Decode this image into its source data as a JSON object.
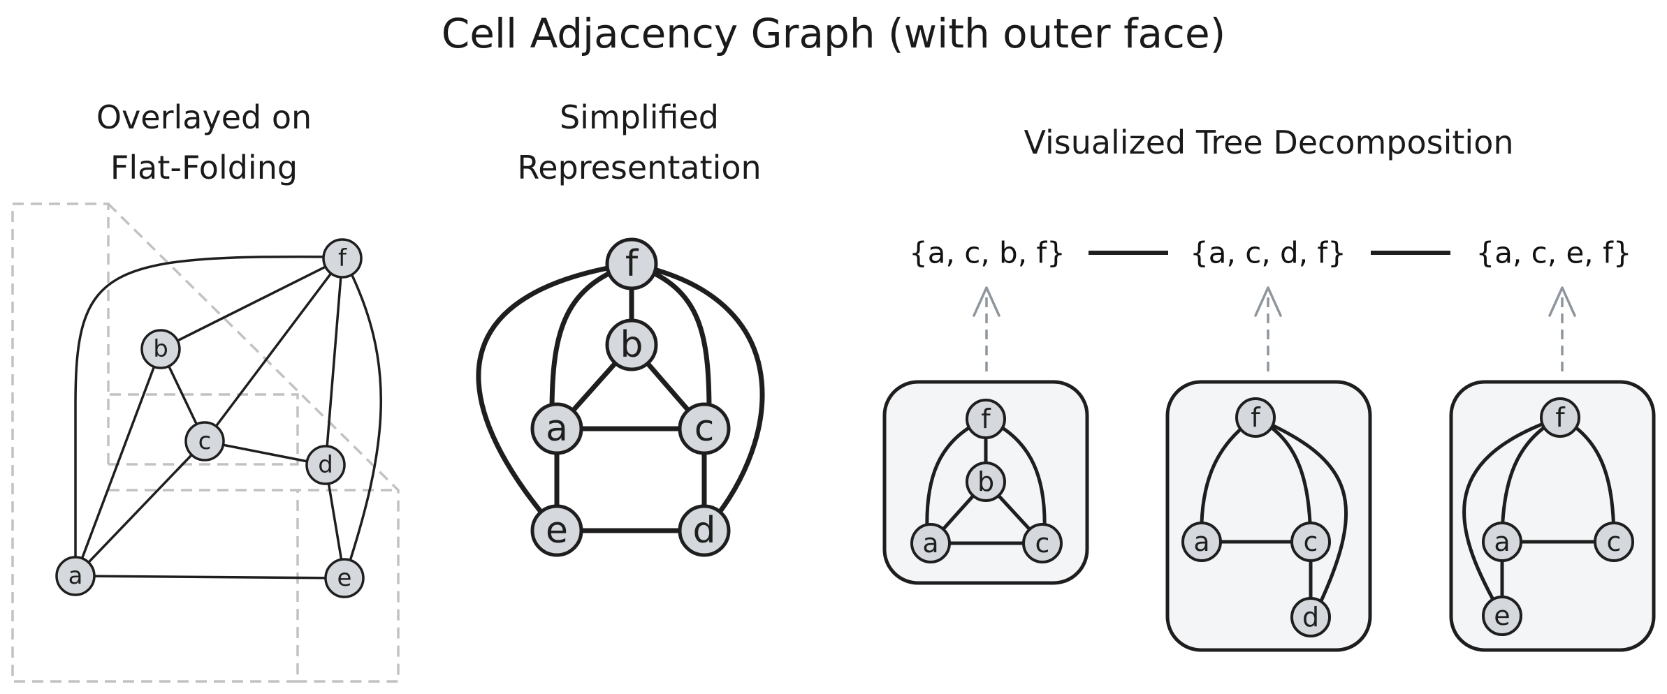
{
  "title": "Cell Adjacency Graph (with outer face)",
  "panels": {
    "overlay": {
      "title_line1": "Overlayed on",
      "title_line2": "Flat-Folding"
    },
    "simplified": {
      "title_line1": "Simplified",
      "title_line2": "Representation"
    },
    "tree": {
      "title": "Visualized Tree Decomposition"
    }
  },
  "nodes": {
    "a": "a",
    "b": "b",
    "c": "c",
    "d": "d",
    "e": "e",
    "f": "f"
  },
  "bags": [
    "{a, c, b, f}",
    "{a, c, d, f}",
    "{a, c, e, f}"
  ],
  "colors": {
    "node_fill": "#d5d8dc",
    "stroke": "#1e1e1e",
    "dashed_folding": "#c2c2c2",
    "arrow": "#8e959c",
    "box_fill": "#f4f5f7"
  }
}
